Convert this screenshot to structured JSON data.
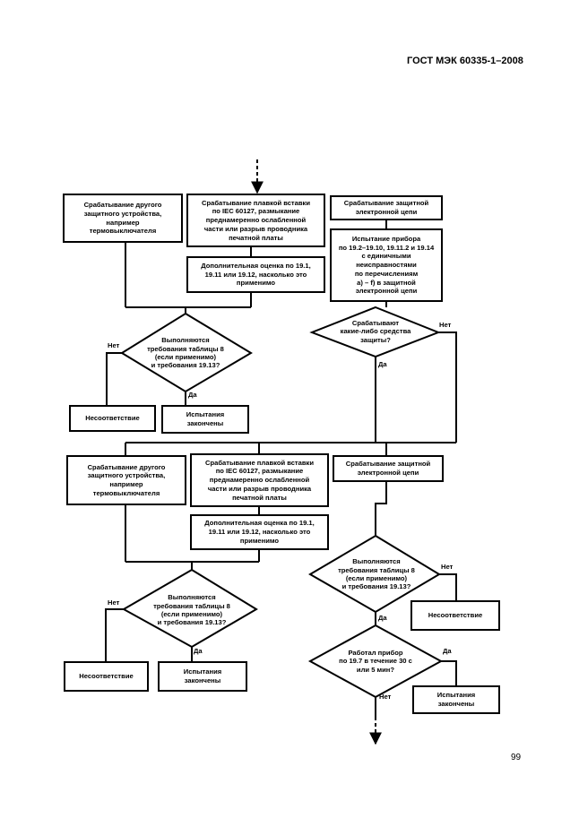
{
  "header": {
    "standard": "ГОСТ МЭК 60335-1–2008"
  },
  "footer": {
    "page_number": "99"
  },
  "flowchart": {
    "top_section": {
      "trip_other_device": "Срабатывание другого\nзащитного устройства,\nнапример\nтермовыключателя",
      "trip_fuse": "Срабатывание плавкой вставки\nпо IEC 60127, размыкание\nпреднамеренно ослабленной\nчасти или разрыв проводника\nпечатной платы",
      "trip_electronic": "Срабатывание защитной\nэлектронной цепи",
      "additional_assessment": "Дополнительная оценка по 19.1,\n19.11 или 19.12, насколько это\nприменимо",
      "test_device": "Испытание прибора\nпо 19.2–19.10, 19.11.2 и 19.14\nс единичными\nнеисправностями\nпо перечислениям\nа) – f) в защитной\nэлектронной цепи",
      "decision_table8": "Выполняются\nтребования таблицы 8\n(если применимо)\nи требования 19.13?",
      "decision_protection": "Срабатывают\nкакие-либо средства\nзащиты?",
      "noncompliance": "Несоответствие",
      "tests_completed": "Испытания\nзакончены"
    },
    "bottom_section": {
      "trip_other_device": "Срабатывание другого\nзащитного устройства,\nнапример\nтермовыключателя",
      "trip_fuse": "Срабатывание плавкой вставки\nпо IEC 60127, размыкание\nпреднамеренно ослабленной\nчасти или разрыв проводника\nпечатной платы",
      "trip_electronic": "Срабатывание защитной\nэлектронной цепи",
      "additional_assessment": "Дополнительная оценка по 19.1,\n19.11 или 19.12, насколько это\nприменимо",
      "decision_table8_left": "Выполняются\nтребования таблицы 8\n(если применимо)\nи требования 19.13?",
      "decision_table8_right": "Выполняются\nтребования таблицы 8\n(если применимо)\nи требования 19.13?",
      "decision_operation": "Работал прибор\nпо 19.7 в течение 30 с\nили 5 мин?",
      "noncompliance_left": "Несоответствие",
      "tests_completed_left": "Испытания\nзакончены",
      "noncompliance_right": "Несоответствие",
      "tests_completed_right": "Испытания\nзакончены"
    },
    "labels": {
      "yes": "Да",
      "no": "Нет"
    }
  }
}
